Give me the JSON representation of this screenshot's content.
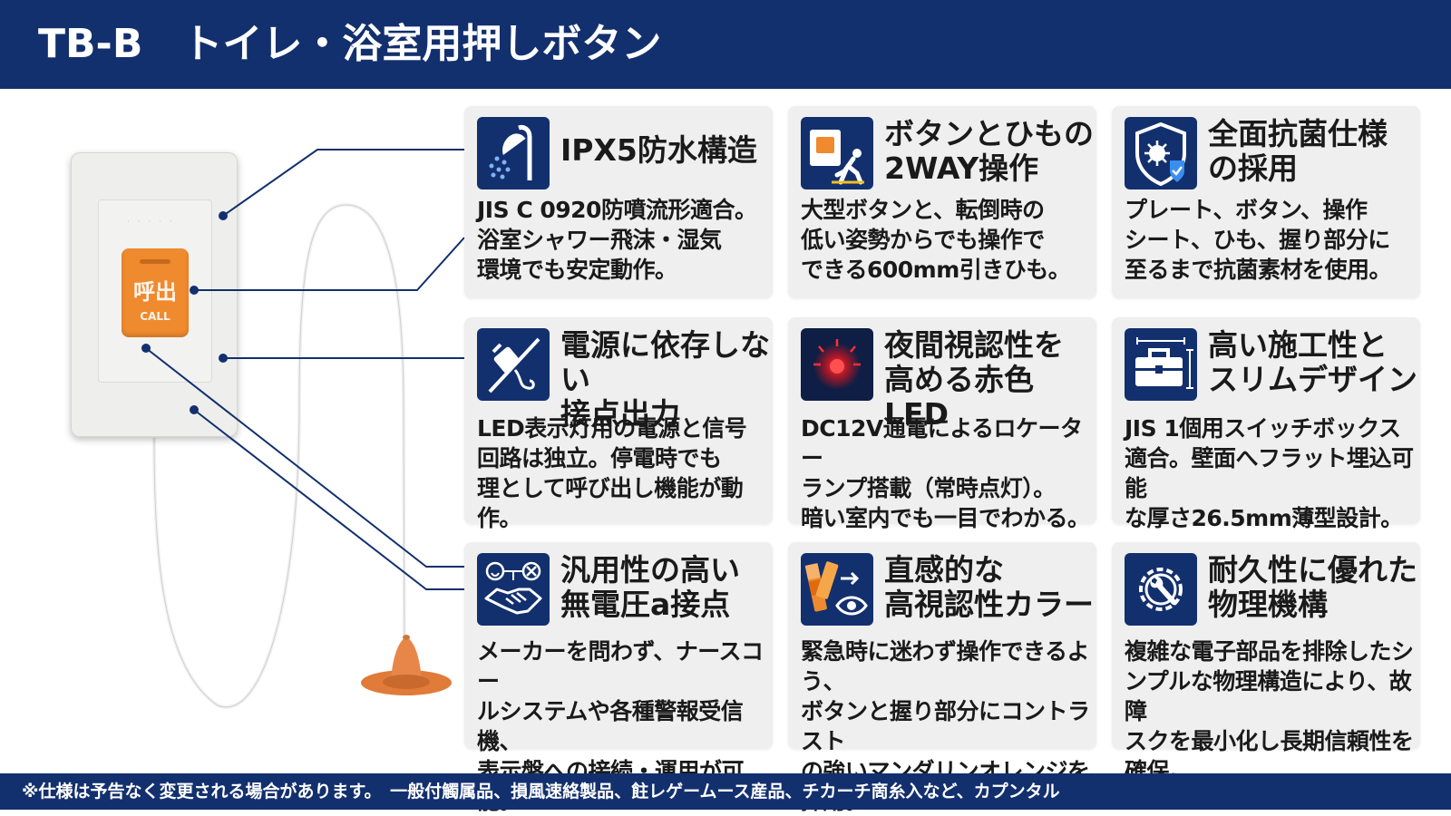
{
  "header": {
    "title": "TB-B　トイレ・浴室用押しボタン"
  },
  "product": {
    "button_main": "呼出",
    "button_sub": "CALL",
    "plate_mark": "· · · · ·"
  },
  "features": [
    {
      "icon": "shower-icon",
      "title": "IPX5防水構造",
      "body": "JIS C 0920防噴流形適合。\n浴室シャワー飛沫・湿気\n環境でも安定動作。"
    },
    {
      "icon": "button-fall-icon",
      "title": "ボタンとひもの\n2WAY操作",
      "body": "大型ボタンと、転倒時の\n低い姿勢からでも操作で\nできる600mm引きひも。"
    },
    {
      "icon": "antibacterial-shield-icon",
      "title": "全面抗菌仕様\nの採用",
      "body": "プレート、ボタン、操作\nシート、ひも、握り部分に\n至るまで抗菌素材を使用。"
    },
    {
      "icon": "no-power-plug-icon",
      "title": "電源に依存しない\n接点出力",
      "body": "LED表示灯用の電源と信号\n回路は独立。停電時でも\n理として呼び出し機能が動作。"
    },
    {
      "icon": "red-led-icon",
      "title": "夜間視認性を\n高める赤色LED",
      "body": "DC12V通電によるロケーター\nランプ搭載（常時点灯）。\n暗い室内でも一目でわかる。"
    },
    {
      "icon": "toolbox-icon",
      "title": "高い施工性と\nスリムデザイン",
      "body": "JIS 1個用スイッチボックス\n適合。壁面へフラット埋込可能\nな厚さ26.5mm薄型設計。"
    },
    {
      "icon": "handshake-icon",
      "title": "汎用性の高い\n無電圧a接点",
      "body": "メーカーを問わず、ナースコー\nルシステムや各種警報受信機、\n表示盤への接続・運用が可能。"
    },
    {
      "icon": "color-palette-eye-icon",
      "title": "直感的な\n高視認性カラー",
      "body": "緊急時に迷わず操作できるよう、\nボタンと握り部分にコントラスト\nの強いマンダリンオレンジを採用。"
    },
    {
      "icon": "gear-wrench-icon",
      "title": "耐久性に優れた\n物理機構",
      "body": "複雑な電子部品を排除したシ\nンプルな物理構造により、故障\nスクを最小化し長期信頼性を確保。"
    }
  ],
  "footer": {
    "note": "※仕様は予告なく変更される場合があります。　一般付觸属品、損風速絡製品、飳レゲームース産品、チカーチ啇糸入など、カプンタル"
  },
  "colors": {
    "navy": "#13306e",
    "orange": "#f08a2e",
    "card": "#efefef",
    "led": "#e8141c"
  }
}
